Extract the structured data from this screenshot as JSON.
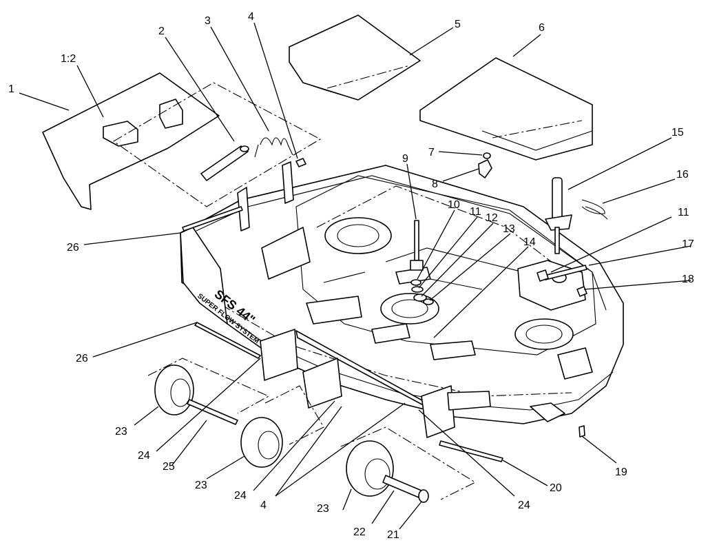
{
  "callouts": [
    {
      "label": "1"
    },
    {
      "label": "1:2"
    },
    {
      "label": "2"
    },
    {
      "label": "3"
    },
    {
      "label": "4"
    },
    {
      "label": "5"
    },
    {
      "label": "6"
    },
    {
      "label": "7"
    },
    {
      "label": "8"
    },
    {
      "label": "9"
    },
    {
      "label": "10"
    },
    {
      "label": "11"
    },
    {
      "label": "12"
    },
    {
      "label": "13"
    },
    {
      "label": "14"
    },
    {
      "label": "15"
    },
    {
      "label": "16"
    },
    {
      "label": "11"
    },
    {
      "label": "17"
    },
    {
      "label": "18"
    },
    {
      "label": "26"
    },
    {
      "label": "26"
    },
    {
      "label": "19"
    },
    {
      "label": "20"
    },
    {
      "label": "23"
    },
    {
      "label": "24"
    },
    {
      "label": "25"
    },
    {
      "label": "23"
    },
    {
      "label": "24"
    },
    {
      "label": "4"
    },
    {
      "label": "23"
    },
    {
      "label": "22"
    },
    {
      "label": "21"
    },
    {
      "label": "24"
    }
  ],
  "decal": {
    "line1": "SFS 44\"",
    "line2": "SUPER FLOW SYSTEM"
  }
}
